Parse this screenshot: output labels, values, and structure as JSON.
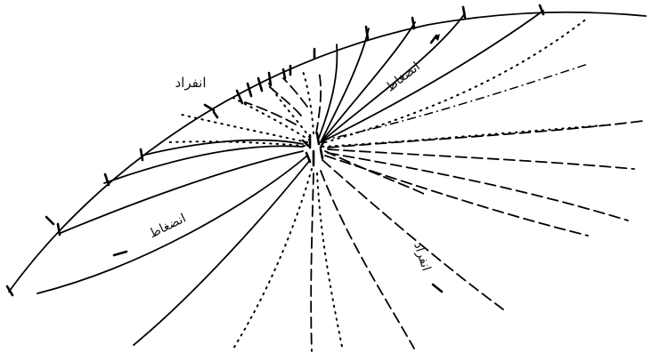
{
  "labels": {
    "top_left": "انفراد",
    "upper_right": "انضغاط",
    "lower_left": "انضغاط",
    "lower_right": "انفراد"
  }
}
